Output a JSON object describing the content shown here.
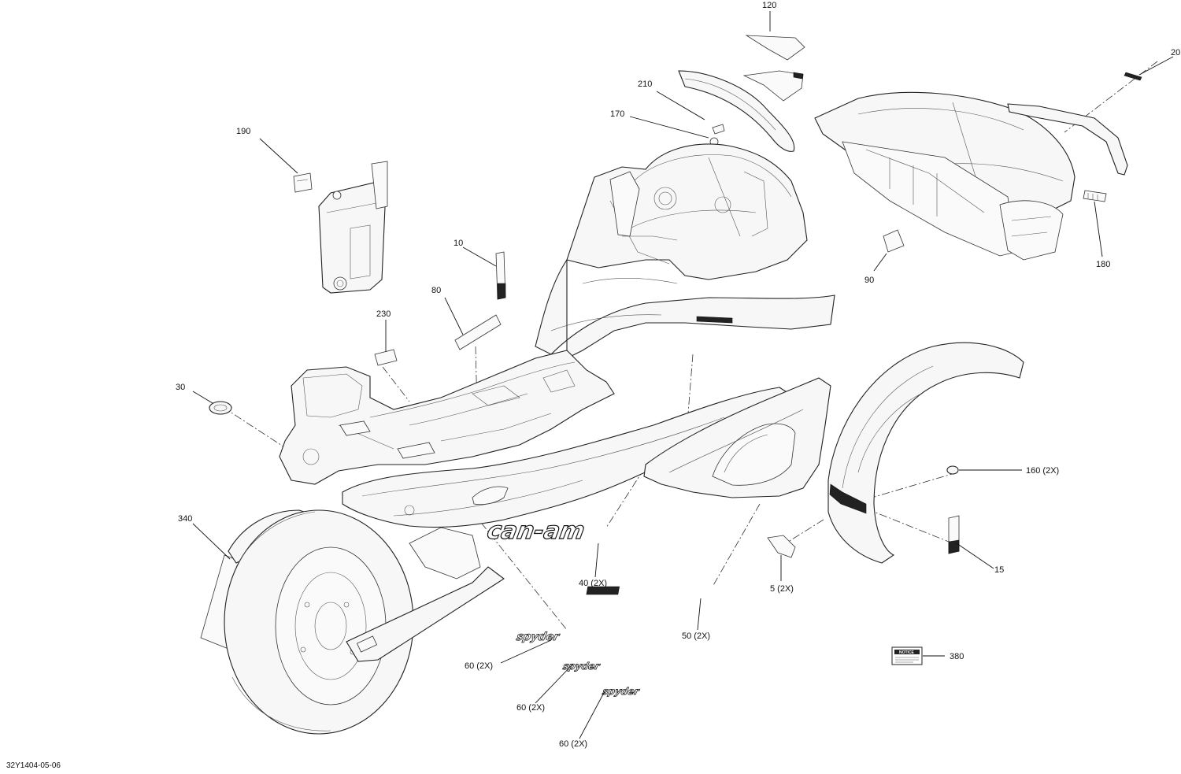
{
  "document": {
    "id": "32Y1404-05-06"
  },
  "decals": {
    "brand_logo_text": "can-am",
    "model_logo_text": "spyder",
    "notice_label_text": "NOTICE"
  },
  "callouts": [
    {
      "key": "c120",
      "label": "120"
    },
    {
      "key": "c20",
      "label": "20"
    },
    {
      "key": "c210",
      "label": "210"
    },
    {
      "key": "c170",
      "label": "170"
    },
    {
      "key": "c190",
      "label": "190"
    },
    {
      "key": "c10",
      "label": "10"
    },
    {
      "key": "c80",
      "label": "80"
    },
    {
      "key": "c230",
      "label": "230"
    },
    {
      "key": "c30",
      "label": "30"
    },
    {
      "key": "c90",
      "label": "90"
    },
    {
      "key": "c180",
      "label": "180"
    },
    {
      "key": "c160",
      "label": "160 (2X)"
    },
    {
      "key": "c340",
      "label": "340"
    },
    {
      "key": "c15",
      "label": "15"
    },
    {
      "key": "c40",
      "label": "40 (2X)"
    },
    {
      "key": "c5",
      "label": "5 (2X)"
    },
    {
      "key": "c50",
      "label": "50 (2X)"
    },
    {
      "key": "c380",
      "label": "380"
    },
    {
      "key": "c60a",
      "label": "60 (2X)"
    },
    {
      "key": "c60b",
      "label": "60 (2X)"
    },
    {
      "key": "c60c",
      "label": "60 (2X)"
    }
  ]
}
